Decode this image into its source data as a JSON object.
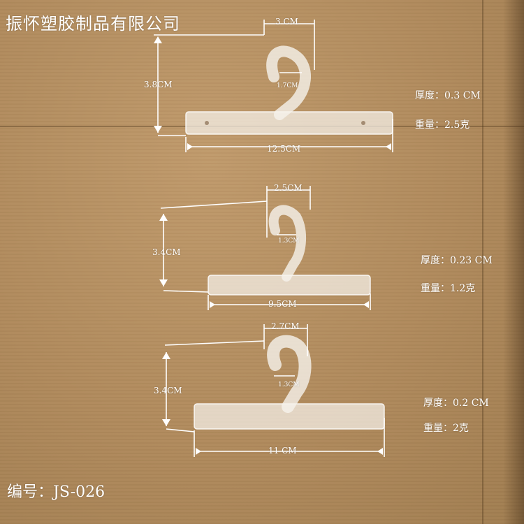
{
  "company_name": "振怀塑胶制品有限公司",
  "product_code": "编号：JS-026",
  "colors": {
    "background": "#b08a5c",
    "annotation": "#ffffff",
    "hanger": "#f6f2ec"
  },
  "hangers": [
    {
      "hook_width": "3 CM",
      "inner_opening": "1.7CM",
      "height": "3.8CM",
      "length": "12.5CM",
      "thickness": "厚度：0.3 CM",
      "weight": "重量：2.5克"
    },
    {
      "hook_width": "2.5CM",
      "inner_opening": "1.3CM",
      "height": "3.4CM",
      "length": "9.5CM",
      "thickness": "厚度：0.23 CM",
      "weight": "重量：1.2克"
    },
    {
      "hook_width": "2.7CM",
      "inner_opening": "1.3CM",
      "height": "3.4CM",
      "length": "11 CM",
      "thickness": "厚度：0.2 CM",
      "weight": "重量：2克"
    }
  ]
}
